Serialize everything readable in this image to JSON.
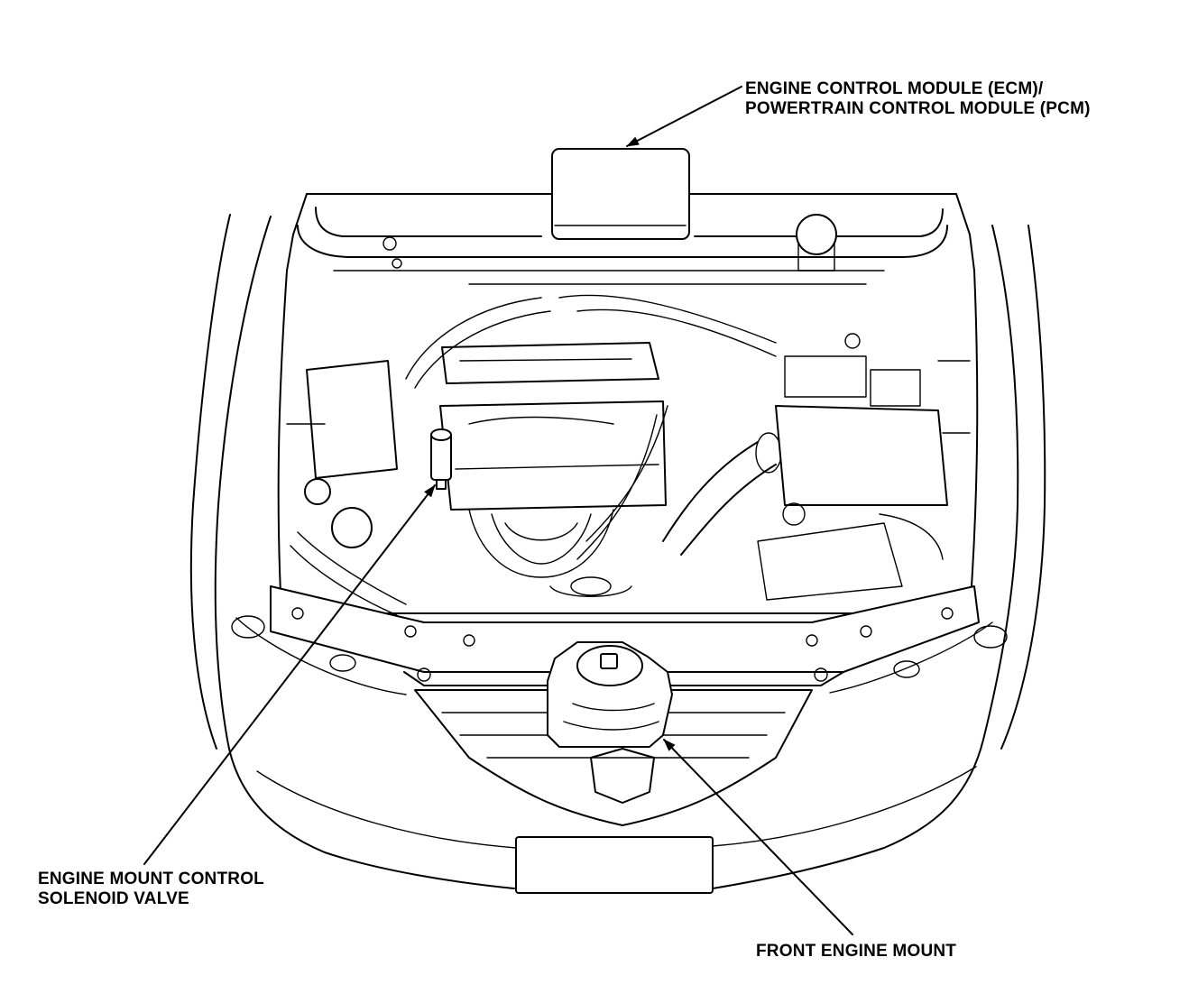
{
  "labels": {
    "ecm_line1": "ENGINE CONTROL MODULE (ECM)/",
    "ecm_line2": "POWERTRAIN CONTROL MODULE (PCM)",
    "solenoid_line1": "ENGINE MOUNT CONTROL",
    "solenoid_line2": "SOLENOID VALVE",
    "front_mount": "FRONT ENGINE MOUNT"
  }
}
